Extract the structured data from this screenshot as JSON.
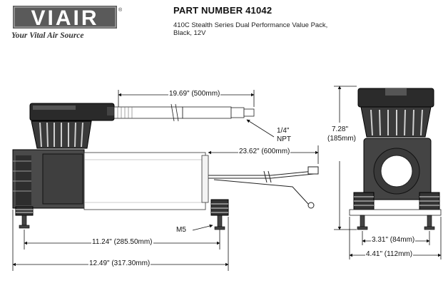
{
  "brand": {
    "logo_text": "VIAIR",
    "registered_mark": "®",
    "tagline": "Your Vital Air Source"
  },
  "header": {
    "part_number_title": "PART NUMBER 41042",
    "description_line1": "410C Stealth Series Dual Performance Value Pack,",
    "description_line2": "Black, 12V"
  },
  "dimensions": {
    "hose_length": "19.69\" (500mm)",
    "npt_label_line1": "1/4\"",
    "npt_label_line2": "NPT",
    "lead_length": "23.62\" (600mm)",
    "mount_base": "11.24\" (285.50mm)",
    "overall_length": "12.49\" (317.30mm)",
    "bolt_label": "M5",
    "height_line1": "7.28\"",
    "height_line2": "(185mm)",
    "side_inner_width": "3.31\" (84mm)",
    "side_outer_width": "4.41\" (112mm)"
  }
}
